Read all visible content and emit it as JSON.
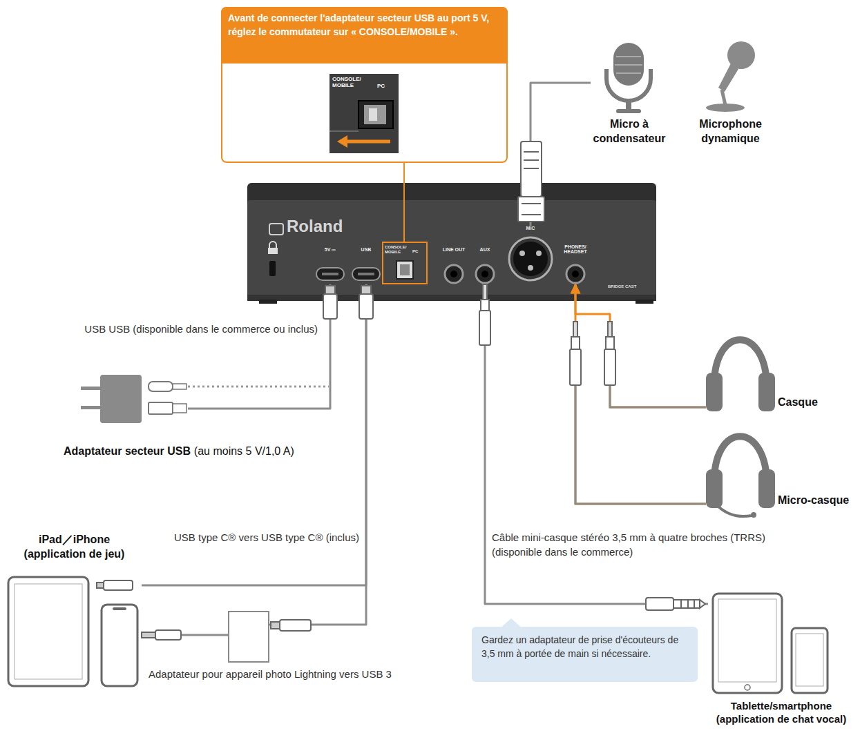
{
  "diagram": {
    "nodes": [
      {
        "text": [
          "Avant de connecter l'adaptateur secteur USB au port 5 V, réglez le commutateur sur « CONSOLE/MOBILE »."
        ]
      },
      {
        "text": [
          "Roland"
        ]
      },
      {
        "text": [
          "5V ⎓"
        ],
        "in": 1
      },
      {
        "text": [
          "USB"
        ],
        "in": 1
      },
      {
        "text": [
          "CONSOLE/ MOBILE",
          "PC"
        ],
        "in": 1
      },
      {
        "text": [
          "LINE OUT"
        ],
        "in": 1
      },
      {
        "text": [
          "AUX"
        ],
        "in": 1
      },
      {
        "text": [
          "MIC"
        ],
        "in": 1
      },
      {
        "text": [
          "PHONES/ HEADSET"
        ],
        "in": 1
      },
      {
        "text": [
          "Micro à condensateur"
        ]
      },
      {
        "text": [
          "Microphone dynamique"
        ]
      },
      {
        "text": [
          "Adaptateur secteur USB",
          "(au moins 5 V/1,0 A)"
        ]
      },
      {
        "text": [
          "Casque"
        ]
      },
      {
        "text": [
          "Micro-casque"
        ]
      },
      {
        "text": [
          "iPad／iPhone (application de jeu)"
        ]
      },
      {
        "text": [
          "Adaptateur pour appareil photo Lightning vers USB 3"
        ]
      },
      {
        "text": [
          "Tablette/smartphone (application de chat vocal)"
        ]
      },
      {
        "text": [
          "Gardez un adaptateur de prise d'écouteurs de 3,5 mm à portée de main si nécessaire."
        ]
      }
    ],
    "edges": [
      {
        "from": 0,
        "to": 4,
        "arrow": "none"
      },
      {
        "from": 2,
        "to": 11,
        "arrow": "none",
        "label": "USB USB (disponible dans le commerce ou inclus)"
      },
      {
        "from": 3,
        "to": 14,
        "arrow": "none",
        "label": "USB type C® vers USB type C® (inclus)"
      },
      {
        "from": 3,
        "to": 15,
        "arrow": "none"
      },
      {
        "from": 15,
        "to": 14,
        "arrow": "none"
      },
      {
        "from": 6,
        "to": 16,
        "arrow": "none",
        "label": "Câble mini-casque stéréo 3,5 mm à quatre broches (TRRS) (disponible dans le commerce)"
      },
      {
        "from": 7,
        "to": 9,
        "arrow": "none"
      },
      {
        "from": 12,
        "to": 8,
        "arrow": "to"
      },
      {
        "from": 13,
        "to": 8,
        "arrow": "to"
      }
    ],
    "labels": [
      "CONSOLE/ MOBILE",
      "PC",
      "BRIDGE CAST"
    ]
  }
}
